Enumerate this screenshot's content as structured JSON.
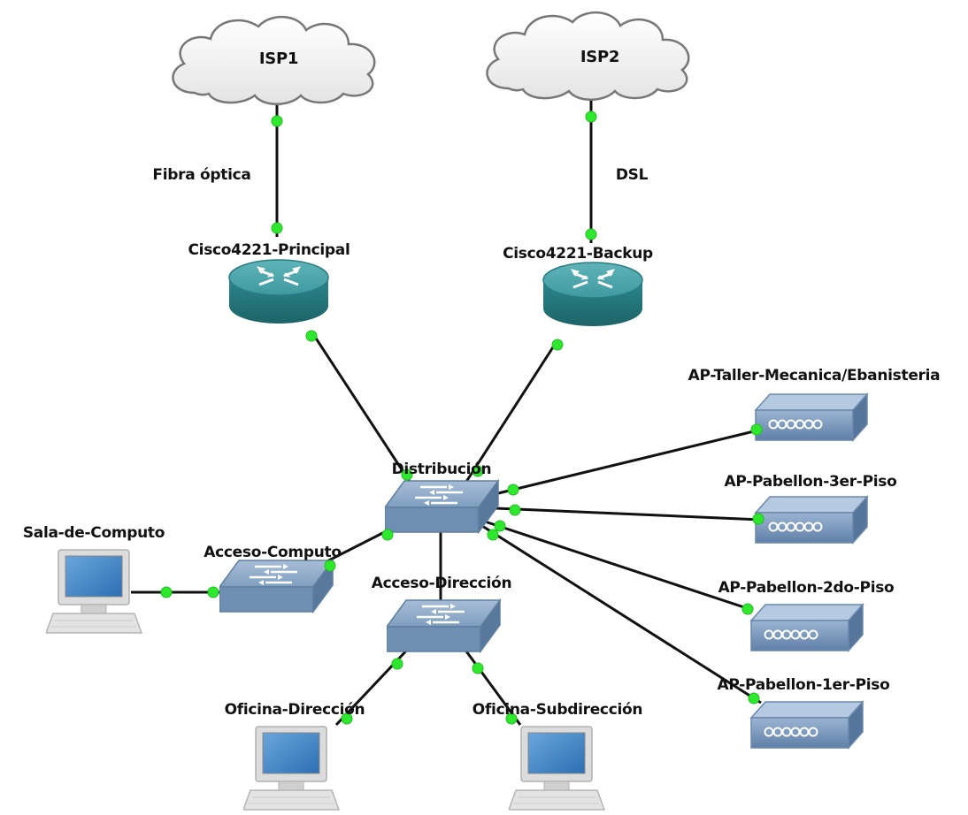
{
  "clouds": {
    "isp1": "ISP1",
    "isp2": "ISP2"
  },
  "links": {
    "isp1_medium": "Fibra óptica",
    "isp2_medium": "DSL"
  },
  "routers": {
    "principal": "Cisco4221-Principal",
    "backup": "Cisco4221-Backup"
  },
  "switches": {
    "distribucion": "Distribución",
    "acceso_computo": "Acceso-Computo",
    "acceso_direccion": "Acceso-Dirección"
  },
  "access_points": {
    "taller": "AP-Taller-Mecanica/Ebanisteria",
    "piso3": "AP-Pabellon-3er-Piso",
    "piso2": "AP-Pabellon-2do-Piso",
    "piso1": "AP-Pabellon-1er-Piso"
  },
  "pcs": {
    "sala": "Sala-de-Computo",
    "direccion": "Oficina-Dirección",
    "subdireccion": "Oficina-Subdirección"
  },
  "colors": {
    "link_dot": "#2ee82e",
    "router": "#2f8f95",
    "switch": "#7d9bbd",
    "access_point": "#6f8fb4",
    "pc_screen": "#3d7fc4"
  }
}
